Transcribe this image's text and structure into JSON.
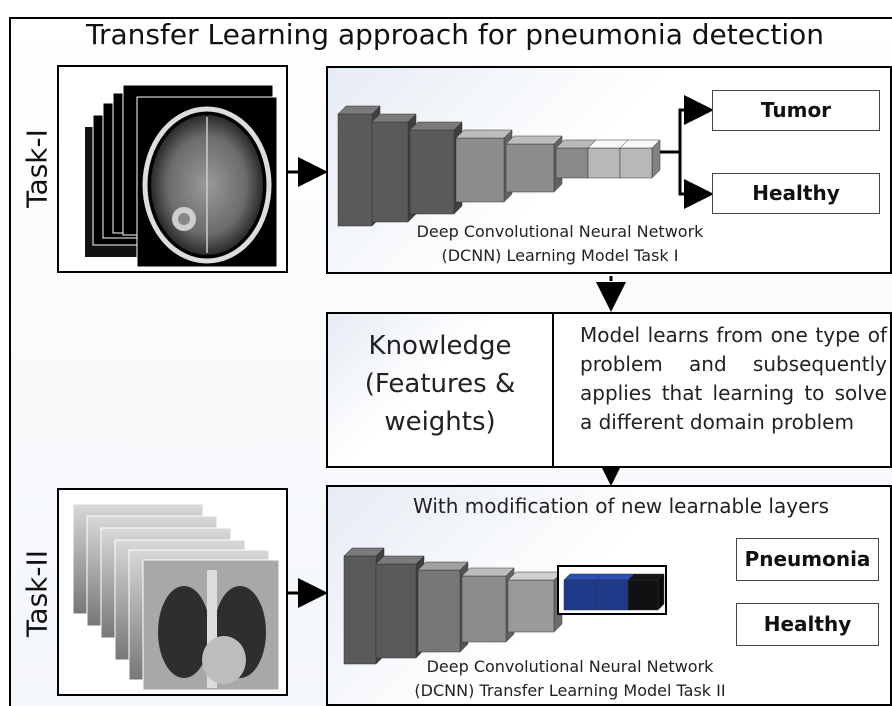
{
  "title": "Transfer Learning approach for pneumonia detection",
  "task1": {
    "label": "Task-I",
    "outputs": [
      "Tumor",
      "Healthy"
    ],
    "caption_line1": "Deep Convolutional Neural Network",
    "caption_line2": "(DCNN) Learning Model Task I"
  },
  "knowledge": {
    "line1": "Knowledge",
    "line2": "(Features &",
    "line3": "weights)",
    "description": "Model learns from one type of problem and subsequently applies that learning to solve a different domain problem"
  },
  "task2": {
    "label": "Task-II",
    "modification": "With modification of new learnable layers",
    "outputs": [
      "Pneumonia",
      "Healthy"
    ],
    "caption_line1": "Deep Convolutional Neural Network",
    "caption_line2": "(DCNN) Transfer Learning Model Task II"
  },
  "colors": {
    "cnn_dark": "#5a5a5a",
    "cnn_light": "#b8b8b8",
    "new_layer_blue": "#1f3a8a",
    "new_layer_black": "#111111"
  }
}
